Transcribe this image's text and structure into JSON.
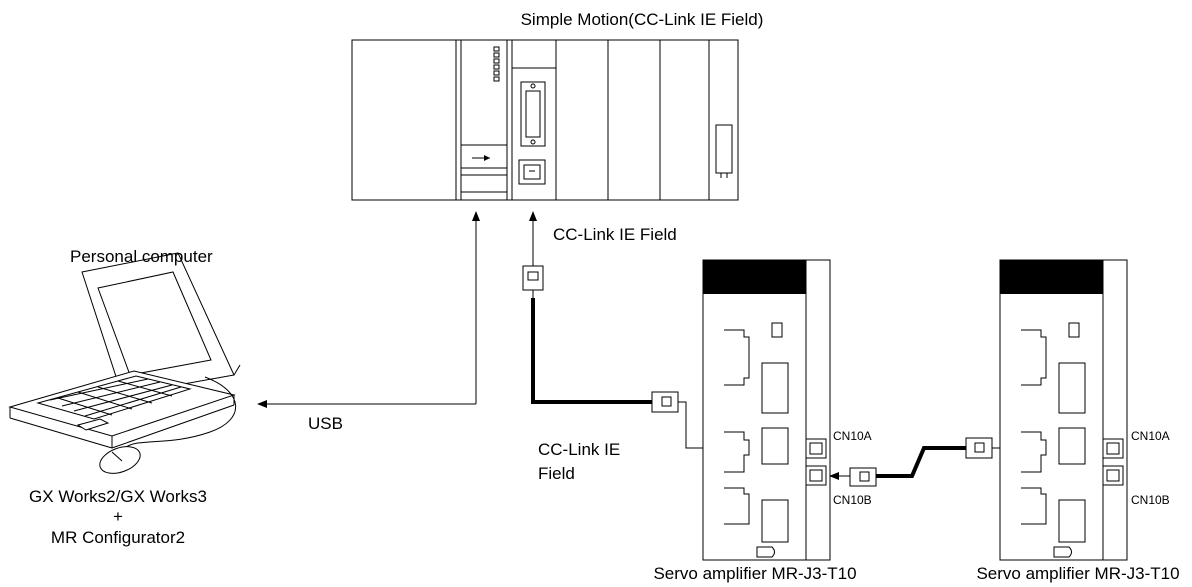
{
  "labels": {
    "module_title": "Simple Motion(CC-Link IE Field)",
    "cc_link_top": "CC-Link IE Field",
    "personal_computer": "Personal computer",
    "usb": "USB",
    "cc_link_mid_1": "CC-Link IE",
    "cc_link_mid_2": "Field",
    "software_1": "GX Works2/GX Works3",
    "software_plus": "+",
    "software_2": "MR Configurator2",
    "amp1_cn10a": "CN10A",
    "amp1_cn10b": "CN10B",
    "amp2_cn10a": "CN10A",
    "amp2_cn10b": "CN10B",
    "amp1_name": "Servo amplifier MR-J3-T10",
    "amp2_name": "Servo amplifier MR-J3-T10"
  }
}
